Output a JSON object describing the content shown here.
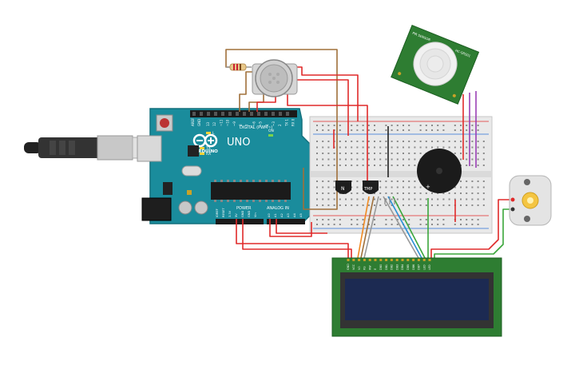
{
  "arduino": {
    "board_name": "UNO",
    "brand": "ARDUINO",
    "digital_label": "DIGITAL (PWM~)",
    "power_label": "POWER",
    "analog_label": "ANALOG IN",
    "aref_label": "AREF",
    "gnd_label": "GND",
    "tx_label": "TX",
    "rx_label": "RX",
    "l_label": "L",
    "on_label": "ON",
    "digital_pins": [
      "13",
      "12",
      "~11",
      "~10",
      "~9",
      "8",
      "7",
      "~6",
      "~5",
      "4",
      "~3",
      "2",
      "TX 1",
      "RX 0"
    ],
    "power_pins": [
      "IOREF",
      "RESET",
      "3.3V",
      "5V",
      "GND",
      "GND",
      "Vin"
    ],
    "analog_pins": [
      "A0",
      "A1",
      "A2",
      "A3",
      "A4",
      "A5"
    ]
  },
  "components": {
    "npn_label": "N",
    "temp_label": "TMP",
    "pir_label": "PIR SENSOR",
    "pir_model": "HC-SR501",
    "lcd_pins": [
      "GND",
      "VCC",
      "V0",
      "RS",
      "RW",
      "E",
      "DB0",
      "DB1",
      "DB2",
      "DB3",
      "DB4",
      "DB5",
      "DB6",
      "DB7",
      "LED",
      "LED"
    ]
  },
  "colors": {
    "wire_red": "#e02a2a",
    "wire_brown": "#a0703a",
    "wire_green": "#3aa63a",
    "wire_purple": "#9b3fb5",
    "wire_orange": "#f08a22",
    "wire_blue": "#2a8fd6",
    "wire_black": "#222222",
    "board_teal": "#1a8c9c",
    "pcb_green": "#2e7d32",
    "lcd_screen": "#1c2a52"
  }
}
